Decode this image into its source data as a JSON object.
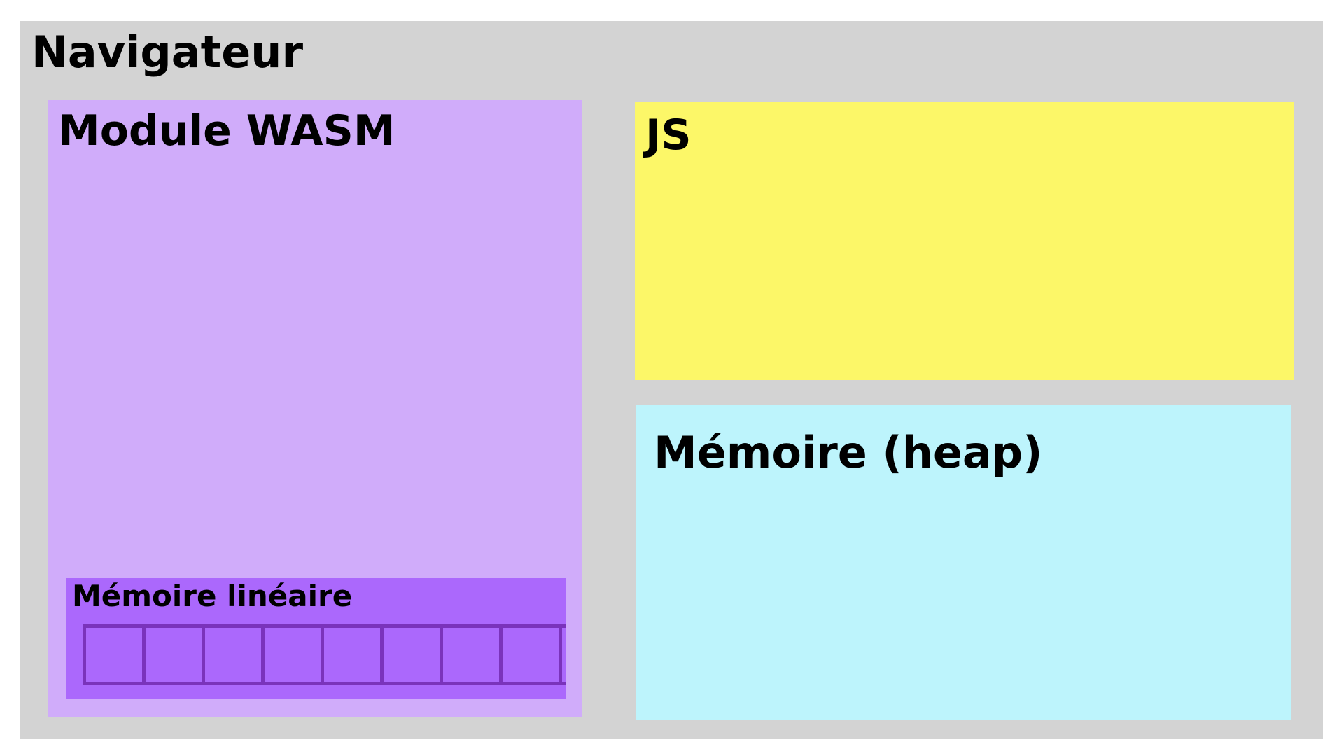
{
  "diagram": {
    "browser": {
      "label": "Navigateur"
    },
    "wasm_module": {
      "label": "Module WASM"
    },
    "linear_memory": {
      "label": "Mémoire linéaire",
      "cells": {
        "count": 9,
        "full_visible": 8,
        "last_cell_clipped": true
      }
    },
    "js": {
      "label": "JS"
    },
    "heap": {
      "label": "Mémoire (heap)"
    }
  },
  "colors": {
    "page_bg": "#ffffff",
    "browser_bg": "#d3d3d3",
    "wasm_bg": "#d0acfa",
    "linear_memory_bg": "#ab68fc",
    "cell_bg": "#ab68fc",
    "cell_border": "#7a33bb",
    "js_bg": "#fcf768",
    "heap_bg": "#bdf4fc",
    "text": "#000000"
  }
}
